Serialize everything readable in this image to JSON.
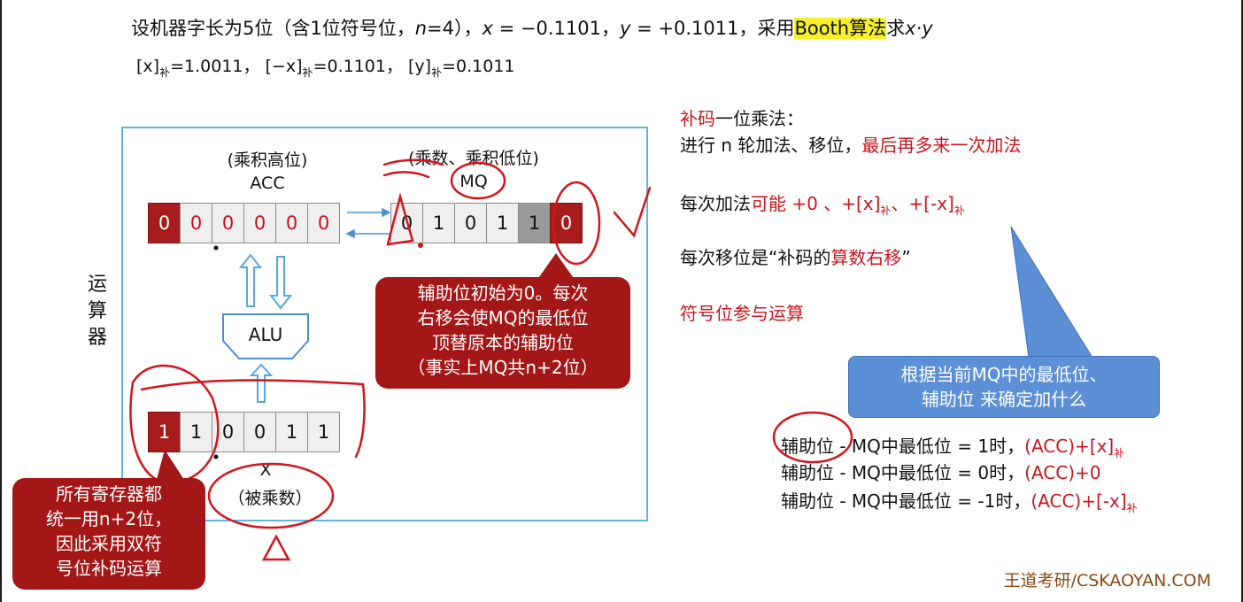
{
  "problem": {
    "title_prefix": "设机器字长为5位（含1位符号位，",
    "n_var": "n",
    "n_eq": "=4），",
    "x_var": "x",
    "x_eq": " = −0.1101，",
    "y_var": "y",
    "y_eq": " = +0.1011，采用",
    "highlight": "Booth算法",
    "title_suffix": "求",
    "product": "x·y",
    "complements": {
      "x_label": "[x]",
      "x_sub": "补",
      "x_val": "=1.0011，",
      "negx_label": "[−x]",
      "negx_sub": "补",
      "negx_val": "=0.1101，",
      "y_label": "[y]",
      "y_sub": "补",
      "y_val": "=0.1011"
    }
  },
  "diagram": {
    "unit_label": "运算器",
    "acc_caption": "(乘积高位)",
    "acc_name": "ACC",
    "mq_caption": "(乘数、乘积低位)",
    "mq_name": "MQ",
    "acc_bits": [
      "0",
      "0",
      "0",
      "0",
      "0",
      "0"
    ],
    "mq_bits": [
      "0",
      "1",
      "0",
      "1",
      "1",
      "0"
    ],
    "x_bits": [
      "1",
      "1",
      "0",
      "0",
      "1",
      "1"
    ],
    "alu_label": "ALU",
    "x_name": "X",
    "x_caption": "（被乘数）",
    "aux_callout": [
      "辅助位初始为0。每次",
      "右移会使MQ的最低位",
      "顶替原本的辅助位",
      "（事实上MQ共n+2位）"
    ],
    "reg_callout": [
      "所有寄存器都",
      "统一用n+2位，",
      "因此采用双符",
      "号位补码运算"
    ]
  },
  "notes": {
    "h1_red": "补码",
    "h1_black": "一位乘法：",
    "h2_black": "进行 n 轮加法、移位，",
    "h2_red": "最后再多来一次加法",
    "add_black": "每次加法",
    "add_red": "可能 +0 、+[x]",
    "add_sub1": "补",
    "add_red2": "、+[-x]",
    "add_sub2": "补",
    "shift_black": "每次移位是“补码的",
    "shift_red": "算数右移",
    "shift_end": "”",
    "sign": "符号位参与运算",
    "blue_callout": [
      "根据当前MQ中的最低位、",
      "辅助位 来确定加什么"
    ]
  },
  "rules": [
    {
      "cond": "辅助位 - MQ中最低位 = 1时，",
      "action": "(ACC)+[x]",
      "sub": "补"
    },
    {
      "cond": "辅助位 - MQ中最低位 = 0时，",
      "action": "(ACC)+0",
      "sub": ""
    },
    {
      "cond": "辅助位 - MQ中最低位 = -1时，",
      "action": "(ACC)+[-x]",
      "sub": "补"
    }
  ],
  "brand": "王道考研/CSKAOYAN.COM",
  "colors": {
    "accent_red": "#c8161d",
    "box_border": "#5cb7e3",
    "callout_red": "#a31717",
    "callout_blue": "#5b8fd6",
    "highlight": "#f5f02a"
  }
}
